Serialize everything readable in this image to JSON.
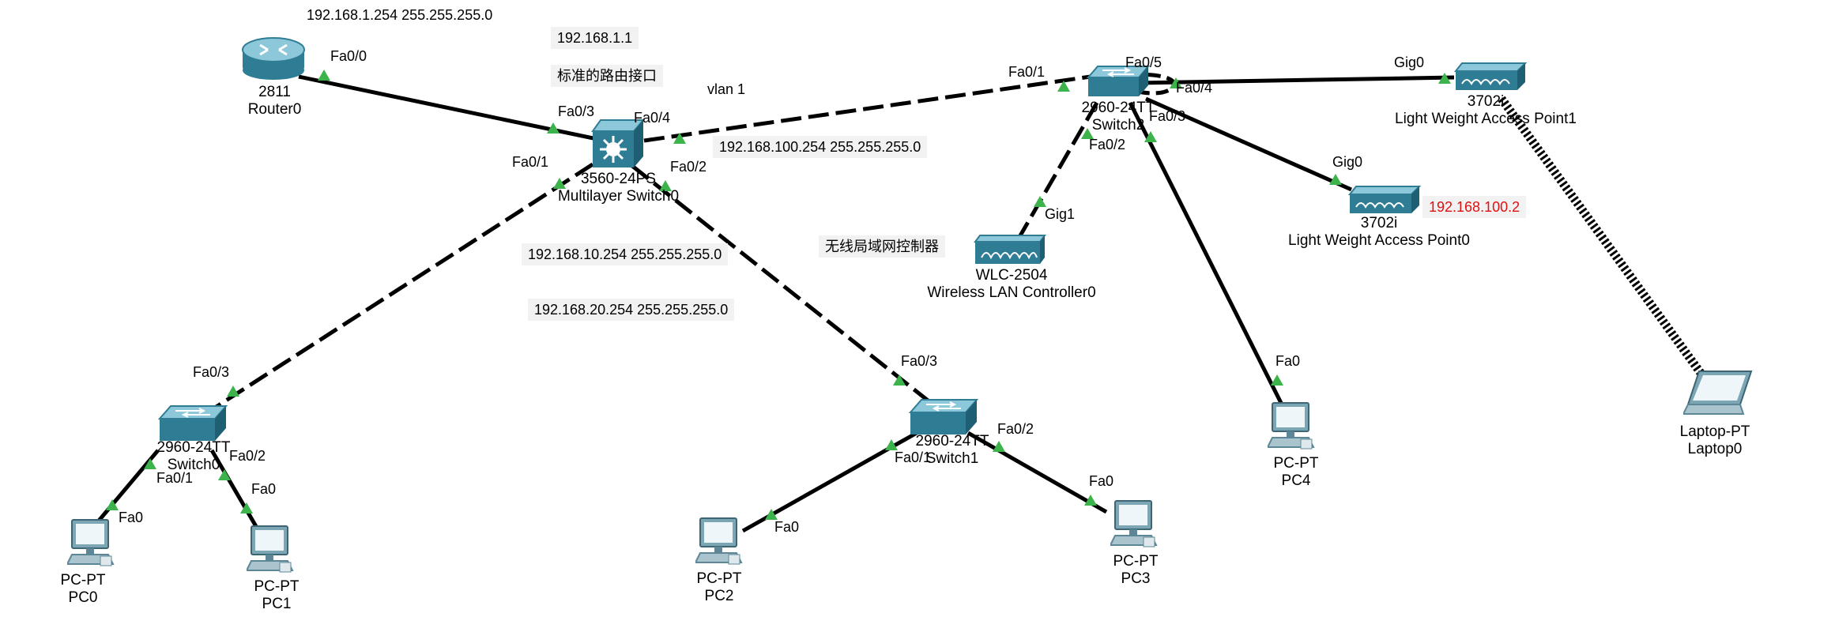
{
  "devices": {
    "router0": {
      "model": "2811",
      "name": "Router0"
    },
    "mls0": {
      "model": "3560-24PS",
      "name": "Multilayer Switch0"
    },
    "switch0": {
      "model": "2960-24TT",
      "name": "Switch0"
    },
    "switch1": {
      "model": "2960-24TT",
      "name": "Switch1"
    },
    "switch2": {
      "model": "2960-24TT",
      "name": "Switch2"
    },
    "wlc0": {
      "model": "WLC-2504",
      "name": "Wireless LAN Controller0"
    },
    "ap1": {
      "model": "3702i",
      "name": "Light Weight Access Point1"
    },
    "ap0": {
      "model": "3702i",
      "name": "Light Weight Access Point0"
    },
    "pc0": {
      "model": "PC-PT",
      "name": "PC0"
    },
    "pc1": {
      "model": "PC-PT",
      "name": "PC1"
    },
    "pc2": {
      "model": "PC-PT",
      "name": "PC2"
    },
    "pc3": {
      "model": "PC-PT",
      "name": "PC3"
    },
    "pc4": {
      "model": "PC-PT",
      "name": "PC4"
    },
    "laptop0": {
      "model": "Laptop-PT",
      "name": "Laptop0"
    }
  },
  "ports": {
    "router_fa00": "Fa0/0",
    "mls_fa03": "Fa0/3",
    "mls_fa04": "Fa0/4",
    "mls_fa01": "Fa0/1",
    "mls_fa02": "Fa0/2",
    "sw2_fa01": "Fa0/1",
    "sw2_fa05": "Fa0/5",
    "sw2_fa04": "Fa0/4",
    "sw2_fa03": "Fa0/3",
    "sw2_fa02": "Fa0/2",
    "wlc_gig1": "Gig1",
    "ap1_gig0": "Gig0",
    "ap0_gig0": "Gig0",
    "pc4_fa0": "Fa0",
    "sw0_fa03": "Fa0/3",
    "sw0_fa02": "Fa0/2",
    "sw0_fa01": "Fa0/1",
    "pc0_fa0": "Fa0",
    "pc1_fa0": "Fa0",
    "sw1_fa03": "Fa0/3",
    "sw1_fa02": "Fa0/2",
    "sw1_fa01": "Fa0/1",
    "pc2_fa0": "Fa0",
    "pc3_fa0": "Fa0"
  },
  "notes": {
    "router_ip": "192.168.1.254 255.255.255.0",
    "mls_ip": "192.168.1.1",
    "routed_port": "标准的路由接口",
    "vlan": "vlan 1",
    "vlan100_ip": "192.168.100.254 255.255.255.0",
    "vlan10_ip": "192.168.10.254 255.255.255.0",
    "vlan20_ip": "192.168.20.254 255.255.255.0",
    "wlc_label": "无线局域网控制器",
    "ap0_ip": "192.168.100.2"
  },
  "colors": {
    "device_blue": "#2f7d95",
    "device_light": "#8cc8da",
    "link": "#000000",
    "port_up": "#3cb44b",
    "note_bg": "#f2f2f2",
    "note_red": "#e01010"
  }
}
